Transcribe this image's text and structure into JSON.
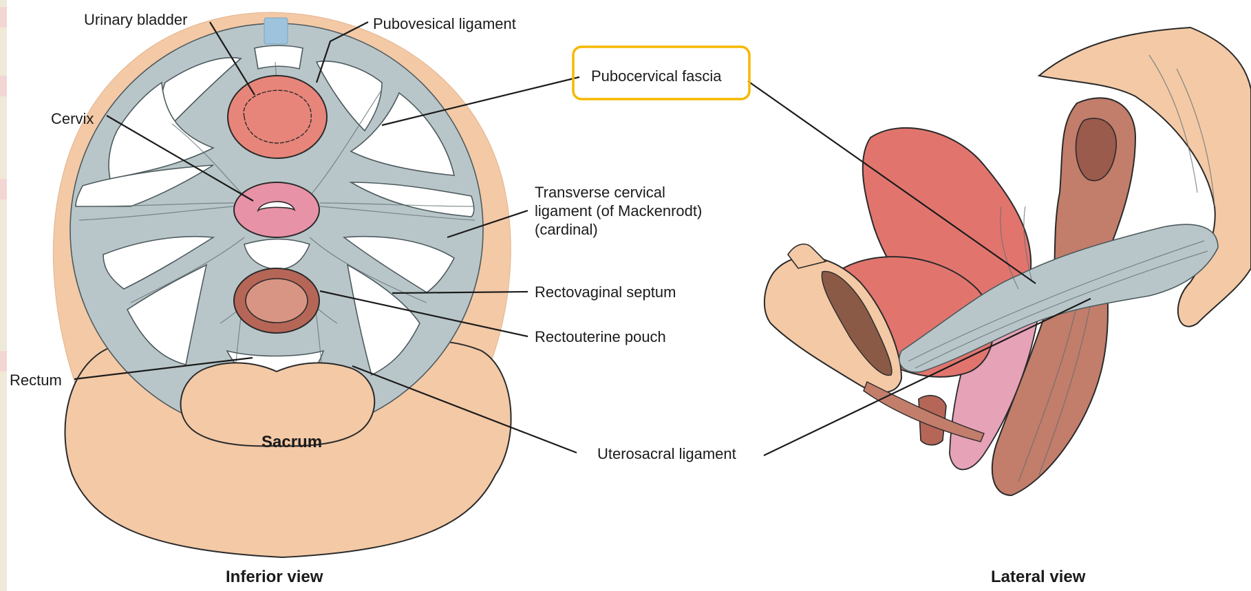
{
  "labels": {
    "urinary_bladder": "Urinary bladder",
    "pubovesical_ligament": "Pubovesical ligament",
    "cervix": "Cervix",
    "pubocervical_fascia": "Pubocervical fascia",
    "transverse_cervical_1": "Transverse cervical",
    "transverse_cervical_2": "ligament (of Mackenrodt)",
    "transverse_cervical_3": "(cardinal)",
    "rectovaginal_septum": "Rectovaginal septum",
    "rectouterine_pouch": "Rectouterine pouch",
    "rectum": "Rectum",
    "uterosacral_ligament": "Uterosacral ligament",
    "sacrum": "Sacrum"
  },
  "captions": {
    "inferior_view": "Inferior view",
    "lateral_view": "Lateral view"
  },
  "highlight": {
    "target": "Pubocervical fascia",
    "color": "#f5b800"
  },
  "colors": {
    "skin": "#f3c9a6",
    "ligament": "#b9c6c9",
    "bladder": "#e8857a",
    "cervix": "#e792a6",
    "rectum_wall": "#b56657",
    "rectum_lumen": "#d99583",
    "uterus": "#e1756e",
    "muscle": "#c27d6b",
    "edge": "#efe9d7"
  }
}
